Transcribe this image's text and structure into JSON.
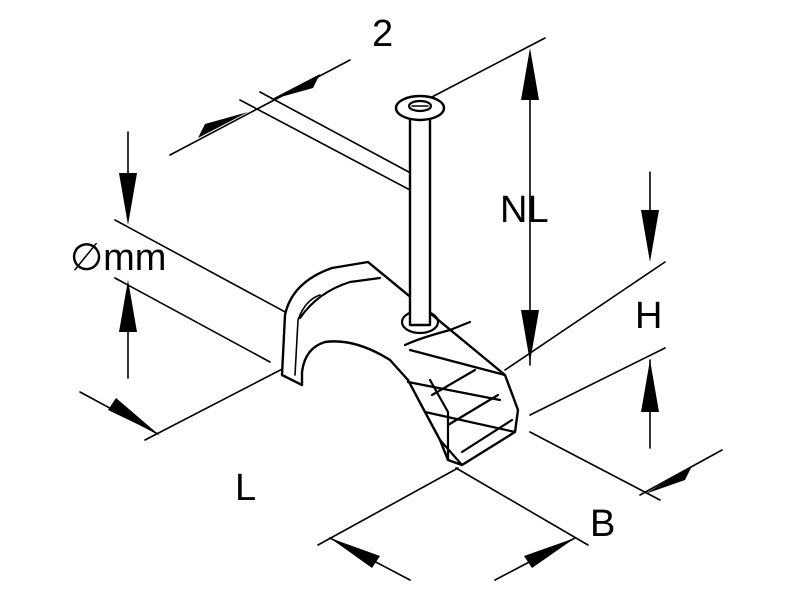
{
  "labels": {
    "nail_gap": "2",
    "nail_length": "NL",
    "diameter": "∅mm",
    "height": "H",
    "length": "L",
    "width": "B"
  }
}
